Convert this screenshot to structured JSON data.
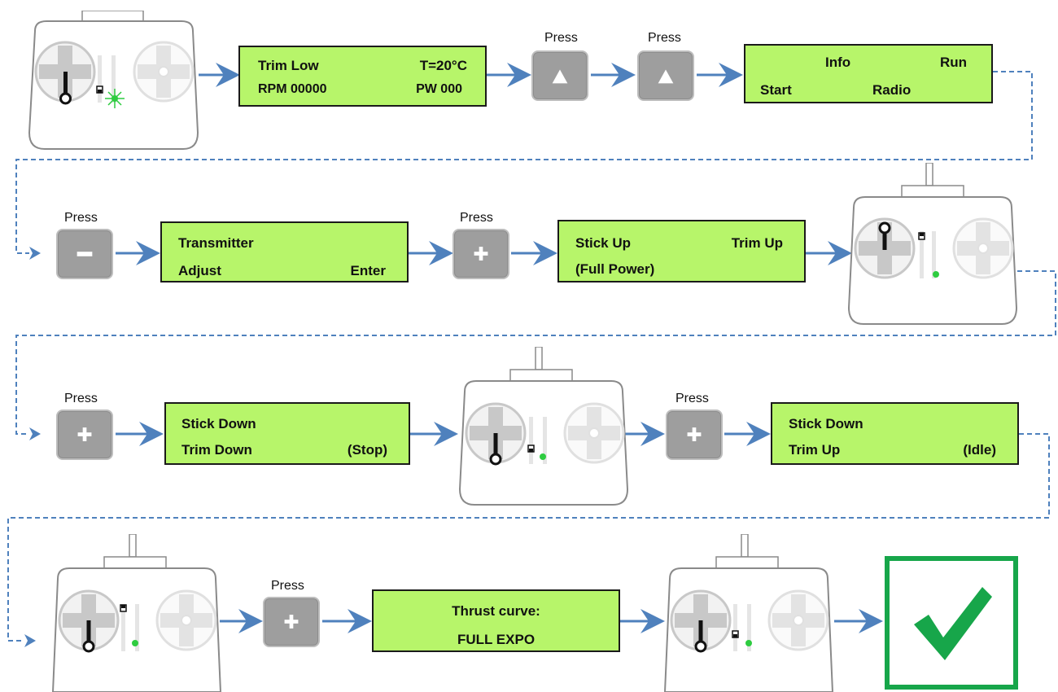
{
  "colors": {
    "lcd_background": "#b7f56a",
    "arrow": "#4f81bd",
    "button": "#9e9e9e",
    "led": "#2ecc40",
    "check": "#17a64a"
  },
  "press_label": "Press",
  "screens": {
    "s1": {
      "l1": "Trim Low",
      "r1": "T=20°C",
      "l2": "RPM 00000",
      "r2": "PW 000"
    },
    "s2": {
      "c1": "Info",
      "r1": "Run",
      "l2": "Start",
      "c2": "Radio"
    },
    "s3": {
      "l1": "Transmitter",
      "l2": "Adjust",
      "r2": "Enter"
    },
    "s4": {
      "l1": "Stick Up",
      "r1": "Trim Up",
      "l2": "(Full Power)"
    },
    "s5": {
      "l1": "Stick Down",
      "l2": "Trim Down",
      "r2": "(Stop)"
    },
    "s6": {
      "l1": "Stick Down",
      "l2": "Trim Up",
      "r2": "(Idle)"
    },
    "s7": {
      "c1": "Thrust curve:",
      "c2": "FULL EXPO"
    }
  },
  "buttons": {
    "b1": "up-arrow-icon",
    "b2": "up-arrow-icon",
    "b3": "minus-icon",
    "b4": "plus-icon",
    "b5": "plus-icon",
    "b6": "plus-icon",
    "b7": "plus-icon"
  },
  "remotes": {
    "r1": {
      "stick": "down",
      "trim": "down",
      "led": "blinking",
      "antenna": false
    },
    "r2": {
      "stick": "up",
      "trim": "up",
      "led": "on",
      "antenna": true
    },
    "r3": {
      "stick": "down",
      "trim": "down",
      "led": "on",
      "antenna": true
    },
    "r4": {
      "stick": "down",
      "trim": "up",
      "led": "on",
      "antenna": true
    },
    "r5": {
      "stick": "down",
      "trim": "down",
      "led": "on",
      "antenna": true
    }
  },
  "final_state": "check-mark-icon"
}
